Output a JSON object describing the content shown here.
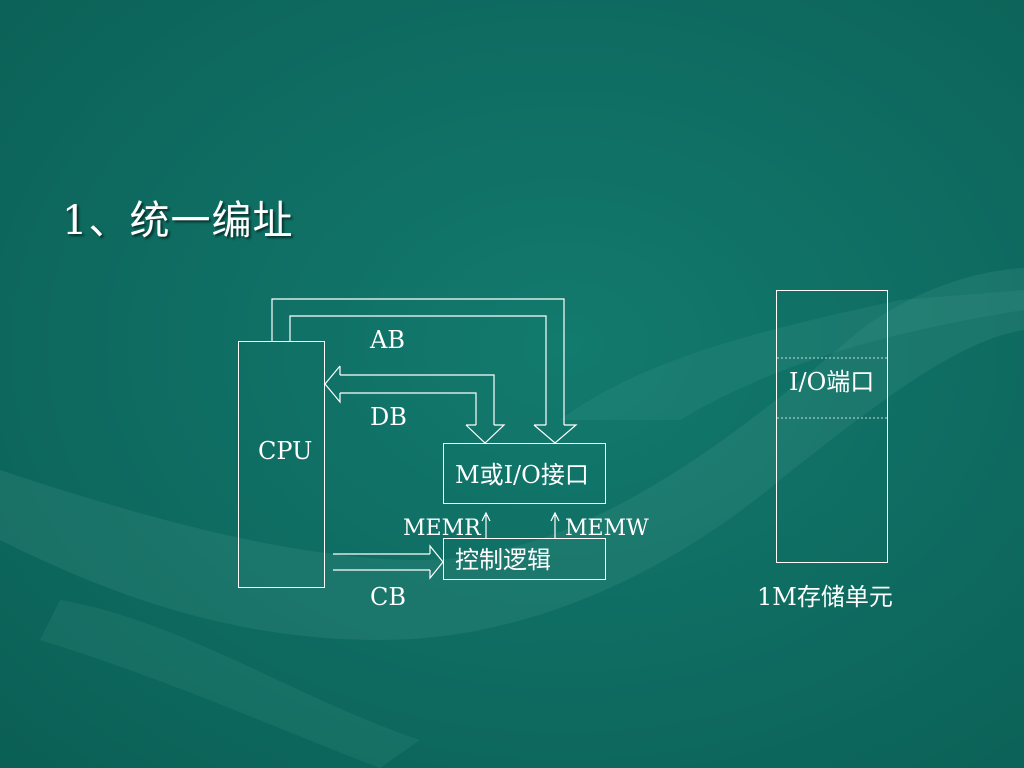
{
  "slide": {
    "title": "1、统一编址"
  },
  "diagram": {
    "cpu_label": "CPU",
    "interface_label": "M或I/O接口",
    "control_logic_label": "控制逻辑",
    "bus_labels": {
      "ab": "AB",
      "db": "DB",
      "cb": "CB"
    },
    "signal_labels": {
      "memr": "MEMR",
      "memw": "MEMW"
    },
    "memory_map": {
      "io_port_label": "I/O端口",
      "caption": "1M存储单元"
    }
  },
  "colors": {
    "background": "#0f6e63",
    "line": "#ffffff"
  }
}
